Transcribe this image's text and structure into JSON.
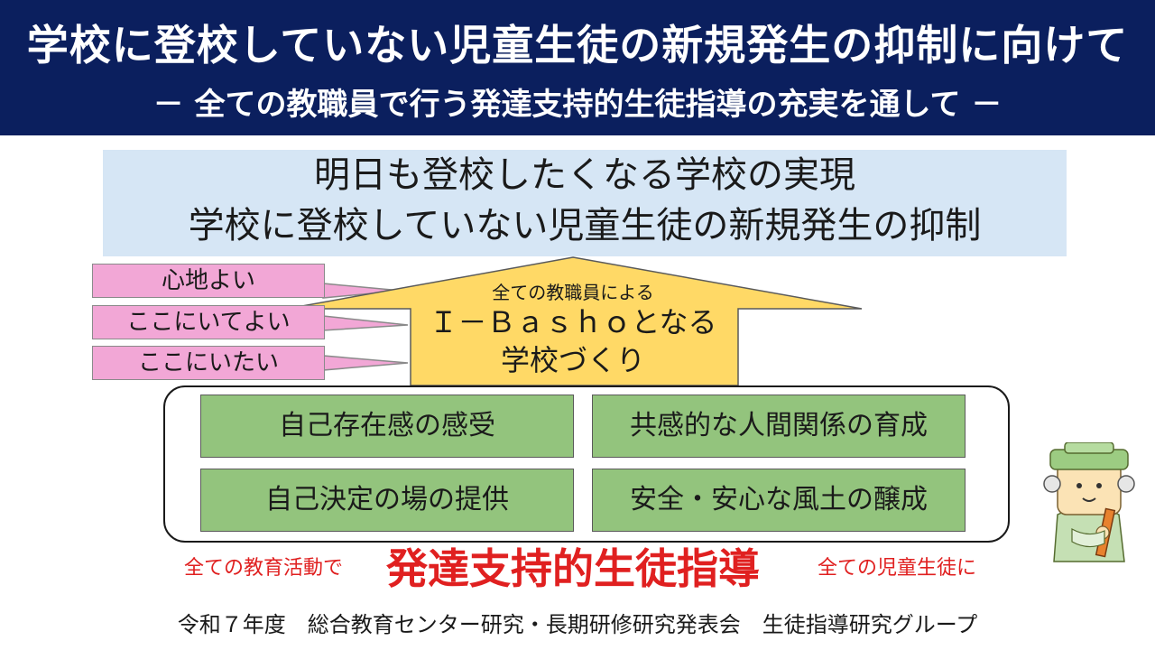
{
  "header": {
    "title": "学校に登校していない児童生徒の新規発生の抑制に向けて",
    "subtitle": "－ 全ての教職員で行う発達支持的生徒指導の充実を通して －"
  },
  "goal": {
    "line1": "明日も登校したくなる学校の実現",
    "line2": "学校に登校していない児童生徒の新規発生の抑制"
  },
  "callouts": [
    "心地よい",
    "ここにいてよい",
    "ここにいたい"
  ],
  "arrow": {
    "top_text": "全ての教職員による",
    "line1": "Ｉ－Ｂａｓｈｏとなる",
    "line2": "学校づくり"
  },
  "foundations": [
    "自己存在感の感受",
    "共感的な人間関係の育成",
    "自己決定の場の提供",
    "安全・安心な風土の醸成"
  ],
  "bottom": {
    "left": "全ての教育活動で",
    "center": "発達支持的生徒指導",
    "right": "全ての児童生徒に"
  },
  "footer": "令和７年度　総合教育センター研究・長期研修研究発表会　生徒指導研究グループ",
  "colors": {
    "header_bg": "#0b1f5e",
    "goal_bg": "#d6e6f5",
    "callout_bg": "#f2a7d6",
    "arrow_fill": "#ffd966",
    "foundation_bg": "#93c47d",
    "accent_red": "#e02020"
  }
}
